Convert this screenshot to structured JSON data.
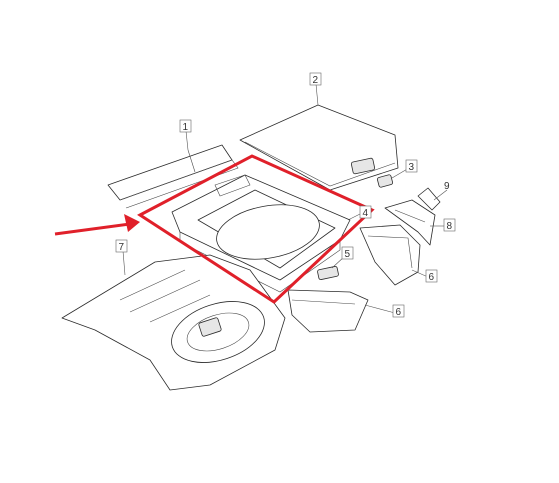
{
  "callouts": [
    {
      "id": "1",
      "label": "1"
    },
    {
      "id": "2",
      "label": "2"
    },
    {
      "id": "3",
      "label": "3"
    },
    {
      "id": "4",
      "label": "4"
    },
    {
      "id": "5",
      "label": "5"
    },
    {
      "id": "6a",
      "label": "6"
    },
    {
      "id": "6b",
      "label": "6"
    },
    {
      "id": "7",
      "label": "7"
    },
    {
      "id": "8",
      "label": "8"
    },
    {
      "id": "9",
      "label": "9"
    }
  ],
  "colors": {
    "highlight": "#e0202a",
    "line": "#2b2b2b",
    "background": "#ffffff"
  }
}
